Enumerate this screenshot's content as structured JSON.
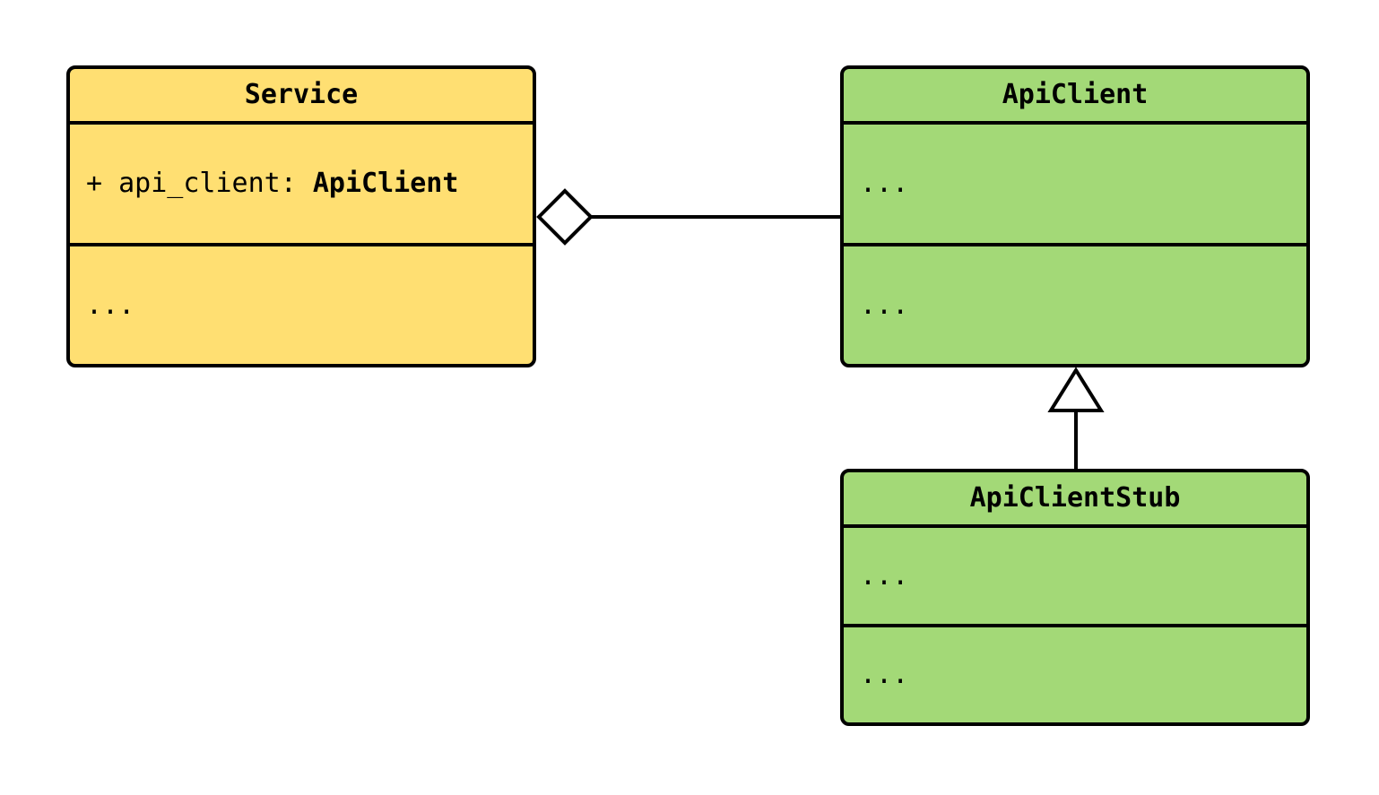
{
  "diagram": {
    "kind": "uml-class-diagram"
  },
  "colors": {
    "background": "#ffffff",
    "stroke": "#000000",
    "service_fill": "#ffdf72",
    "client_fill": "#a3d977"
  },
  "classes": {
    "service": {
      "title": "Service",
      "attribute": {
        "prefix": "+ api_client: ",
        "type": "ApiClient"
      },
      "methods_placeholder": "..."
    },
    "api_client": {
      "title": "ApiClient",
      "attributes_placeholder": "...",
      "methods_placeholder": "..."
    },
    "api_client_stub": {
      "title": "ApiClientStub",
      "attributes_placeholder": "...",
      "methods_placeholder": "..."
    }
  },
  "relationships": [
    {
      "type": "aggregation",
      "from": "Service",
      "to": "ApiClient",
      "marker": "hollow-diamond"
    },
    {
      "type": "inheritance",
      "from": "ApiClientStub",
      "to": "ApiClient",
      "marker": "hollow-triangle"
    }
  ]
}
